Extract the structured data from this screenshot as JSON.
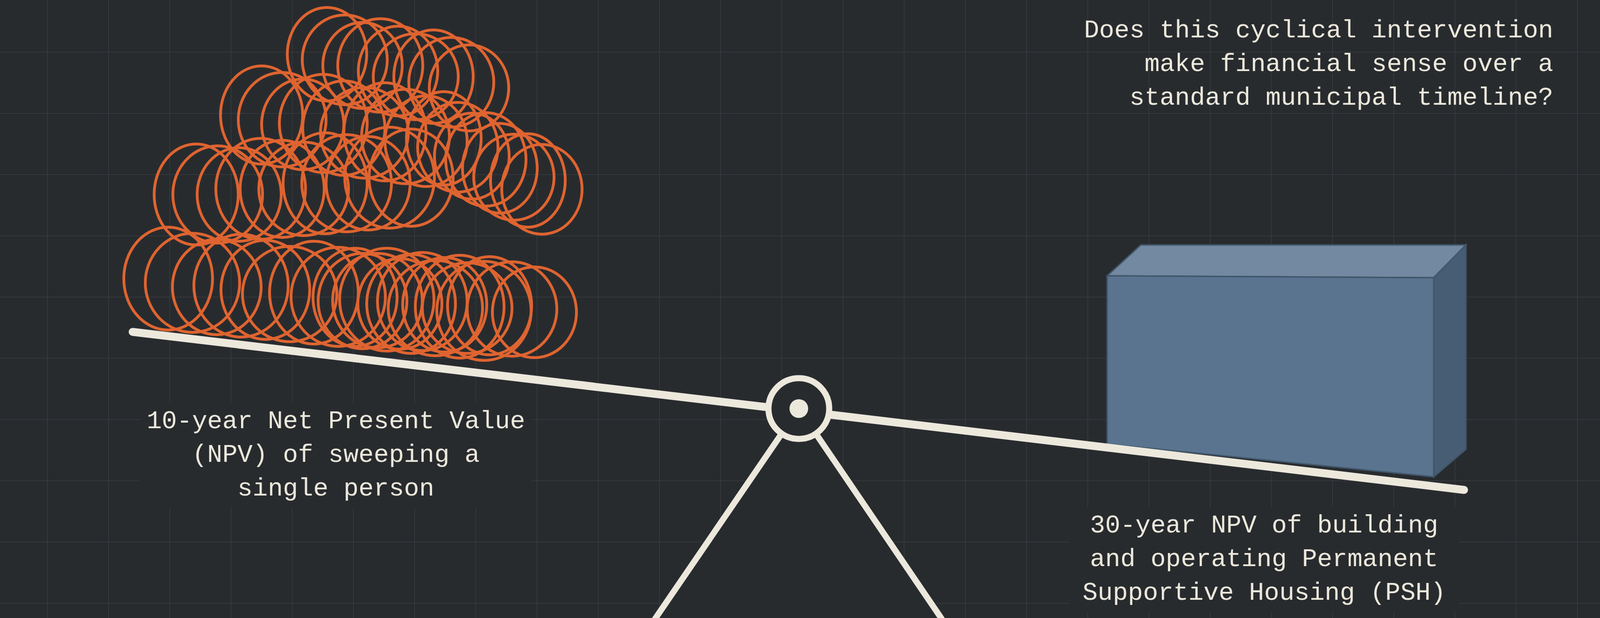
{
  "diagram": {
    "title": "Does this cyclical intervention make financial sense over a standard municipal timeline?",
    "labels": [
      "10-year Net Present Value (NPV) of sweeping a single person",
      "30-year NPV of building and operating Permanent Supportive Housing (PSH)"
    ]
  }
}
